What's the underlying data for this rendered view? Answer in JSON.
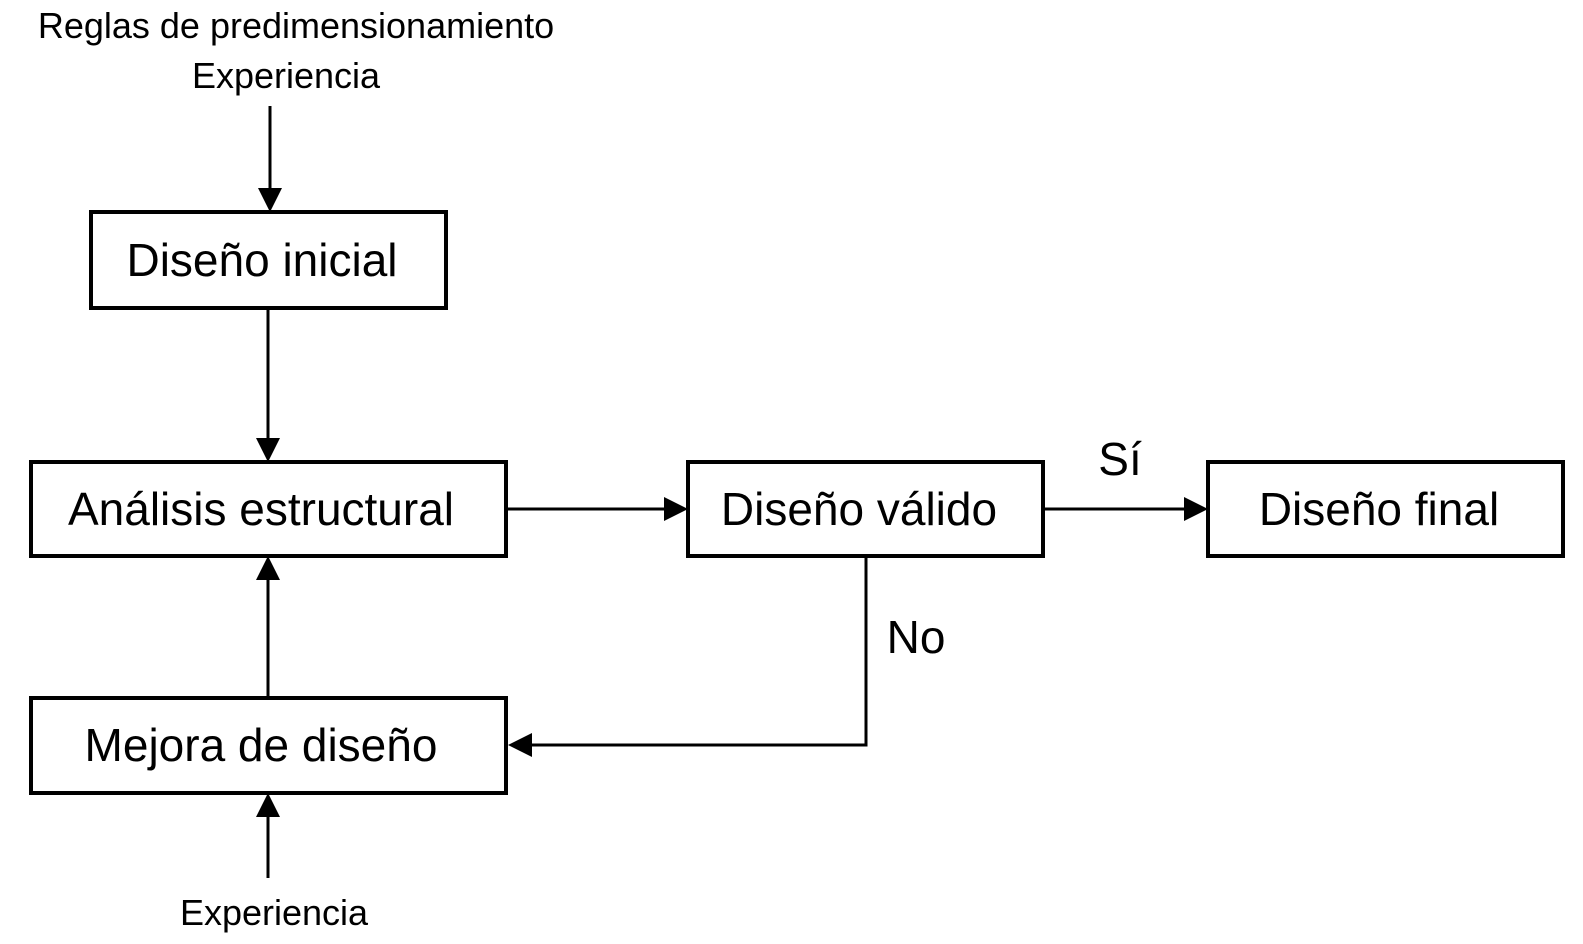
{
  "inputs": {
    "top_line1": "Reglas de predimensionamiento",
    "top_line2": "Experiencia",
    "bottom": "Experiencia"
  },
  "boxes": {
    "initial": "Diseño inicial",
    "analysis": "Análisis estructural",
    "valid": "Diseño válido",
    "final": "Diseño final",
    "improve": "Mejora de diseño"
  },
  "edges": {
    "yes": "Sí",
    "no": "No"
  }
}
